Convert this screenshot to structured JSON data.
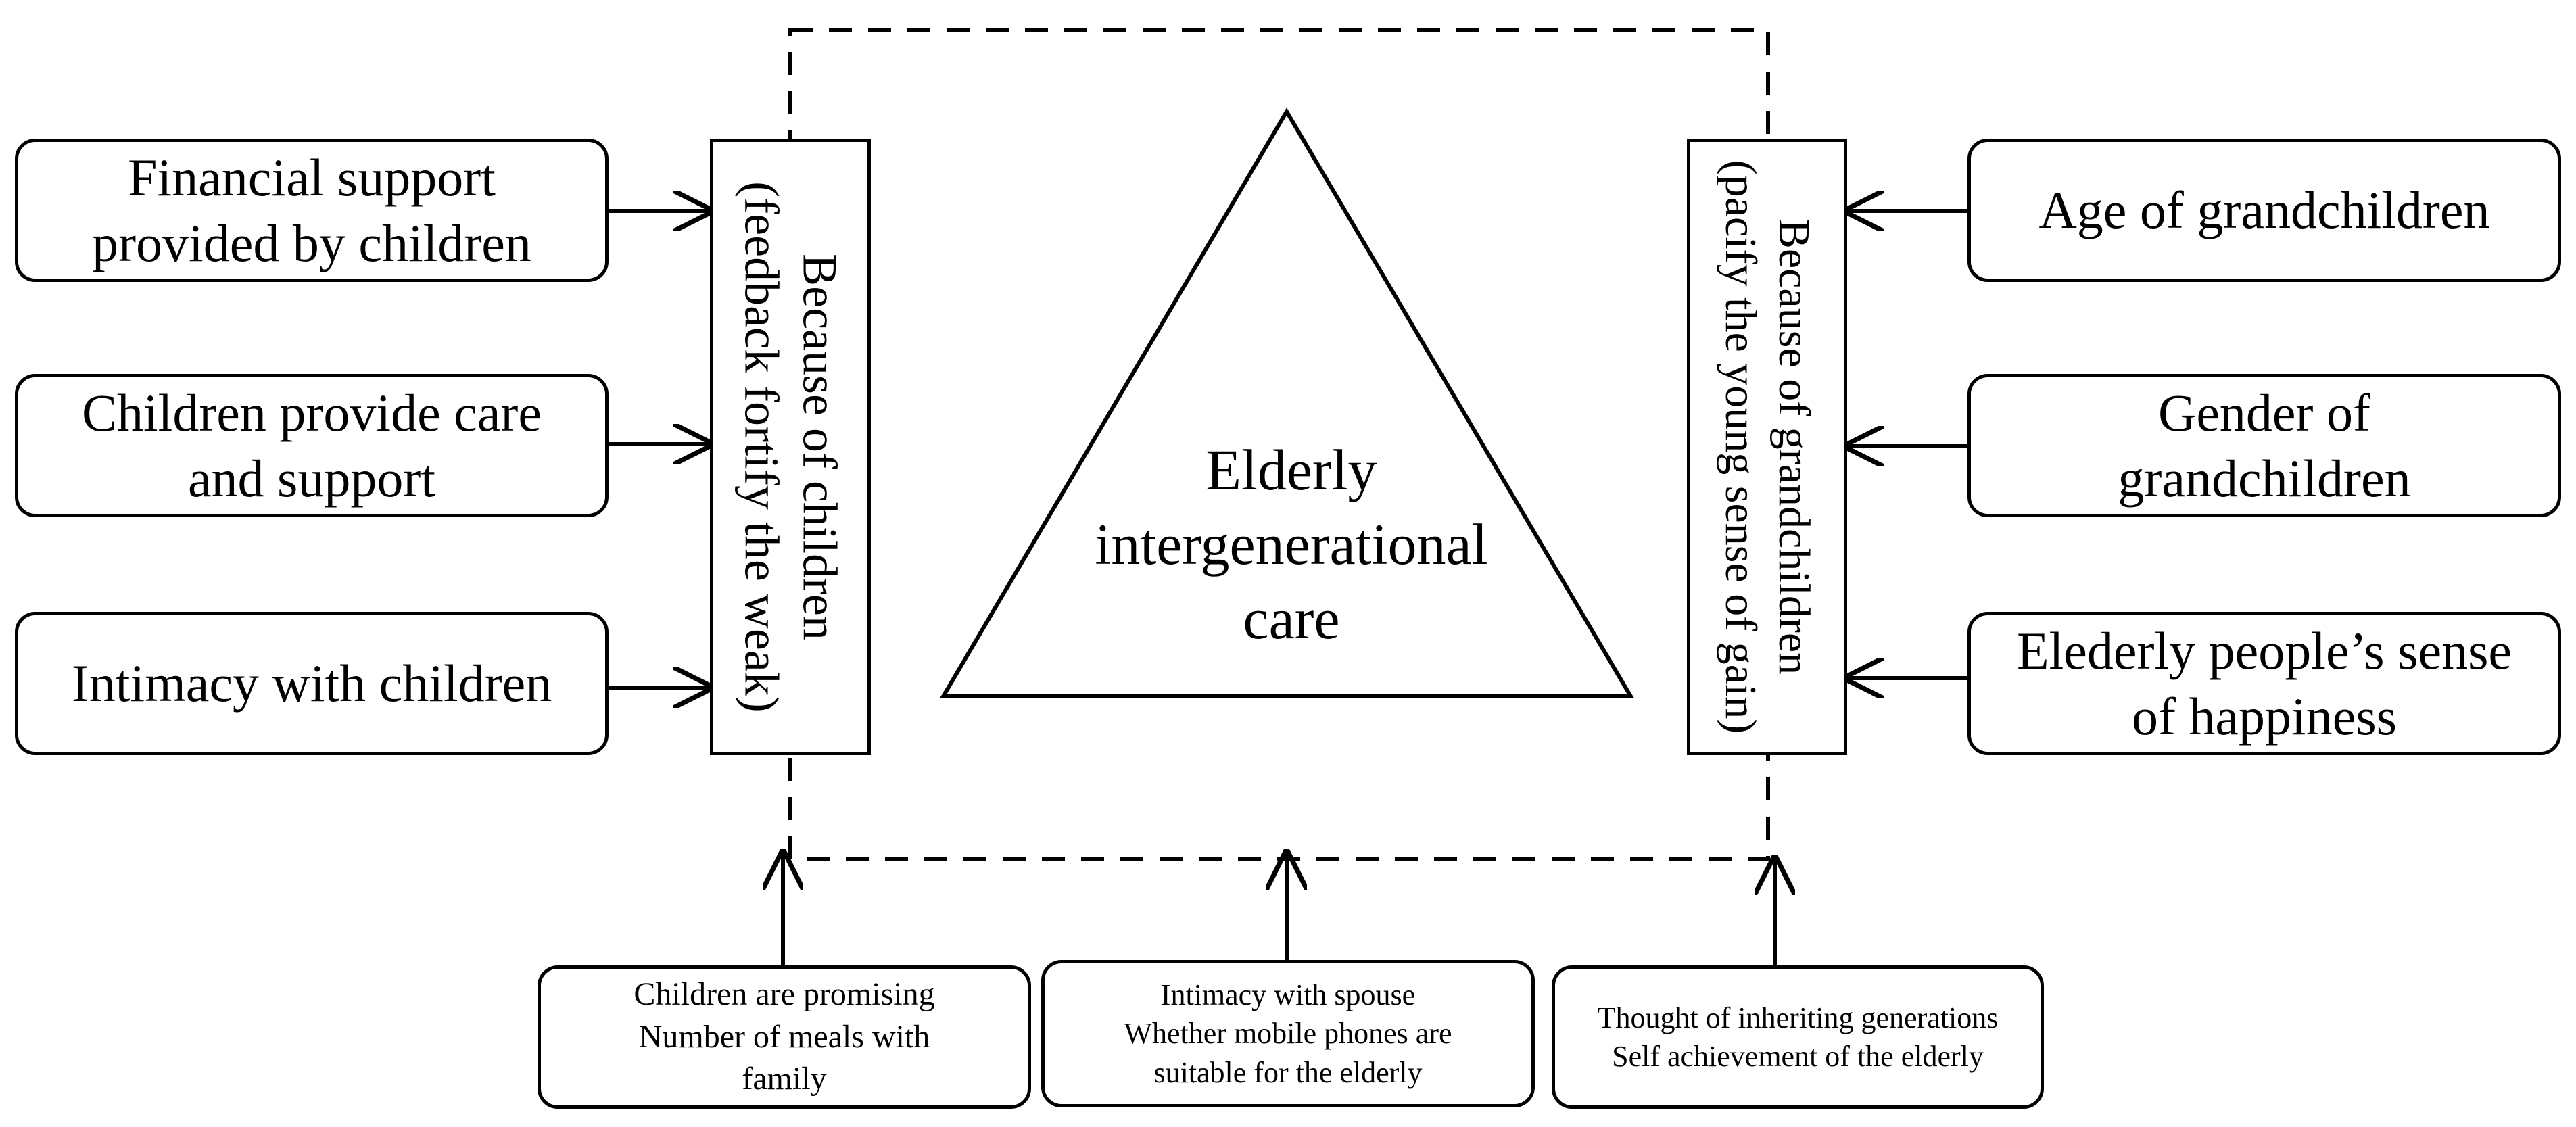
{
  "left_factors": [
    {
      "label": "Financial support\nprovided by children"
    },
    {
      "label": "Children provide care\nand support"
    },
    {
      "label": "Intimacy with children"
    }
  ],
  "left_cause": "Because of children\n(feedback fortify the weak)",
  "center_label": "Elderly\nintergenerational\ncare",
  "right_cause": "Because of grandchildren\n(pacify the young sense of gain)",
  "right_factors": [
    {
      "label": "Age of grandchildren"
    },
    {
      "label": "Gender of\ngrandchildren"
    },
    {
      "label": "Elederly people’s sense\nof happiness"
    }
  ],
  "bottom_factors": [
    {
      "label": "Children are promising\nNumber of meals with\nfamily"
    },
    {
      "label": "Intimacy with spouse\nWhether mobile phones are\nsuitable for the elderly"
    },
    {
      "label": "Thought of inheriting generations\nSelf achievement of the elderly"
    }
  ]
}
